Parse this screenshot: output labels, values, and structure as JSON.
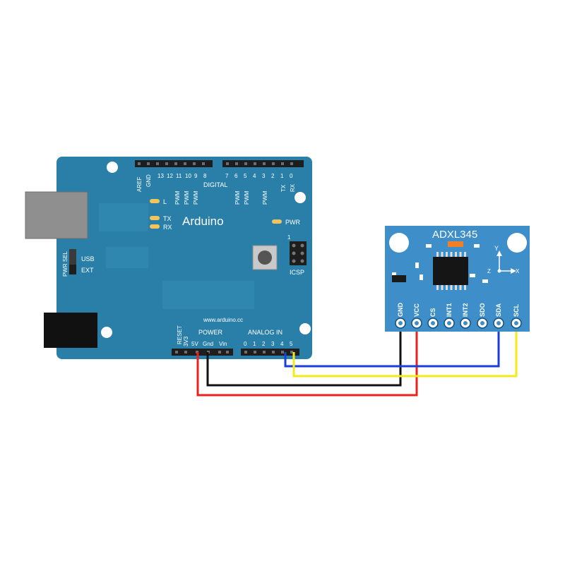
{
  "arduino": {
    "brand": "Arduino",
    "url": "www.arduino.cc",
    "digital_header_label": "DIGITAL",
    "digital_pins_left": [
      "AREF",
      "GND",
      "13",
      "12",
      "11",
      "10",
      "9",
      "8"
    ],
    "digital_pins_right": [
      "7",
      "6",
      "5",
      "4",
      "3",
      "2",
      "1",
      "0"
    ],
    "digital_sub_labels": {
      "pwm_11": "PWM",
      "pwm_10": "PWM",
      "pwm_9": "PWM",
      "pwm_6": "PWM",
      "pwm_5": "PWM",
      "pwm_3": "PWM",
      "tx": "TX",
      "rx": "RX"
    },
    "leds": {
      "l": "L",
      "tx": "TX",
      "rx": "RX",
      "pwr": "PWR"
    },
    "pwr_sel": "PWR SEL",
    "usb": "USB",
    "ext": "EXT",
    "icsp": "ICSP",
    "icsp_pin1": "1",
    "reset": "RESET",
    "power_label": "POWER",
    "power_pins": [
      "3V3",
      "5V",
      "Gnd",
      "Vin"
    ],
    "analog_label": "ANALOG IN",
    "analog_pins": [
      "0",
      "1",
      "2",
      "3",
      "4",
      "5"
    ]
  },
  "module": {
    "title": "ADXL345",
    "axes": {
      "y": "Y",
      "z": "Z",
      "x": "X"
    },
    "pins": [
      "GND",
      "VCC",
      "CS",
      "INT1",
      "INT2",
      "SDO",
      "SDA",
      "SCL"
    ]
  },
  "colors": {
    "board": "#2a7fa8",
    "board_dark": "#1f6a8f",
    "module": "#3d8ec9",
    "wire_red": "#e8231d",
    "wire_black": "#111111",
    "wire_blue": "#1b3fd6",
    "wire_yellow": "#f4ea1a",
    "led": "#f1c45e",
    "chip": "#151515",
    "orange": "#f07f2a"
  },
  "connections": [
    {
      "from": "5V",
      "to": "VCC",
      "color": "red"
    },
    {
      "from": "Gnd",
      "to": "GND",
      "color": "black"
    },
    {
      "from": "A4",
      "to": "SDA",
      "color": "blue"
    },
    {
      "from": "A5",
      "to": "SCL",
      "color": "yellow"
    }
  ]
}
